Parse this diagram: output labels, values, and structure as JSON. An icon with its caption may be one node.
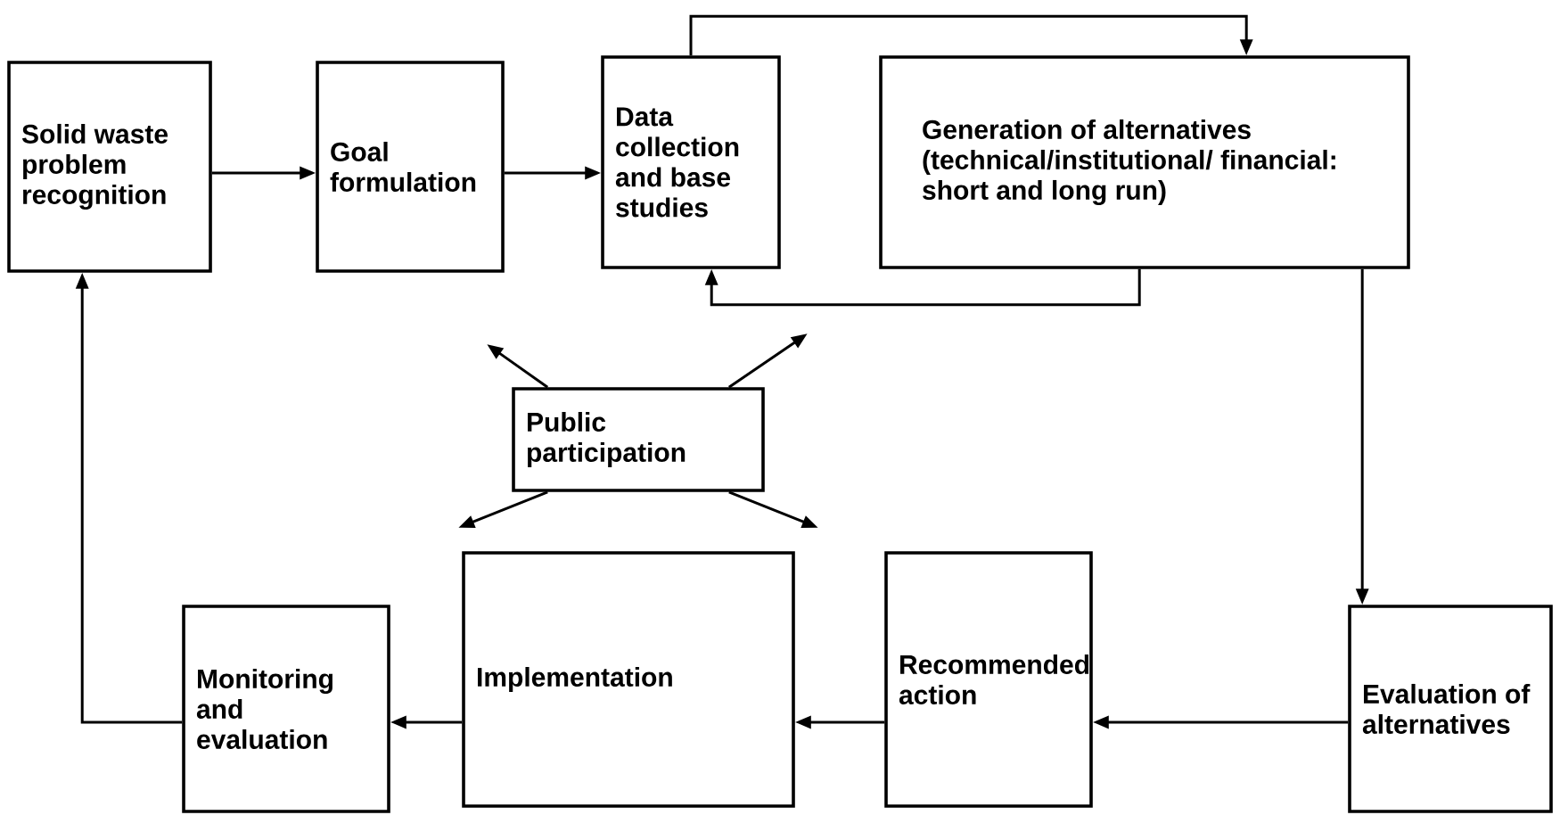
{
  "diagram": {
    "nodes": [
      {
        "text": [
          "Solid waste problem recognition"
        ]
      },
      {
        "text": [
          "Goal formulation"
        ]
      },
      {
        "text": [
          "Data collection and base studies"
        ]
      },
      {
        "text": [
          "Generation of alternatives (technical/institutional/ financial: short and long run)"
        ]
      },
      {
        "text": [
          "Public participation"
        ]
      },
      {
        "text": [
          "Evaluation of alternatives"
        ]
      },
      {
        "text": [
          "Recommended action"
        ]
      },
      {
        "text": [
          "Implementation"
        ]
      },
      {
        "text": [
          "Monitoring and evaluation"
        ]
      }
    ],
    "edges": [
      {
        "from": 0,
        "to": 1,
        "arrow": "to"
      },
      {
        "from": 1,
        "to": 2,
        "arrow": "to"
      },
      {
        "from": 2,
        "to": 3,
        "arrow": "to"
      },
      {
        "from": 3,
        "to": 2,
        "arrow": "to"
      },
      {
        "from": 3,
        "to": 5,
        "arrow": "to"
      },
      {
        "from": 5,
        "to": 6,
        "arrow": "to"
      },
      {
        "from": 6,
        "to": 7,
        "arrow": "to"
      },
      {
        "from": 7,
        "to": 8,
        "arrow": "to"
      },
      {
        "from": 8,
        "to": 0,
        "arrow": "to"
      },
      {
        "from": 4,
        "to": null,
        "arrow": "to"
      },
      {
        "from": 4,
        "to": null,
        "arrow": "to"
      },
      {
        "from": 4,
        "to": null,
        "arrow": "to"
      },
      {
        "from": 4,
        "to": null,
        "arrow": "to"
      }
    ]
  }
}
